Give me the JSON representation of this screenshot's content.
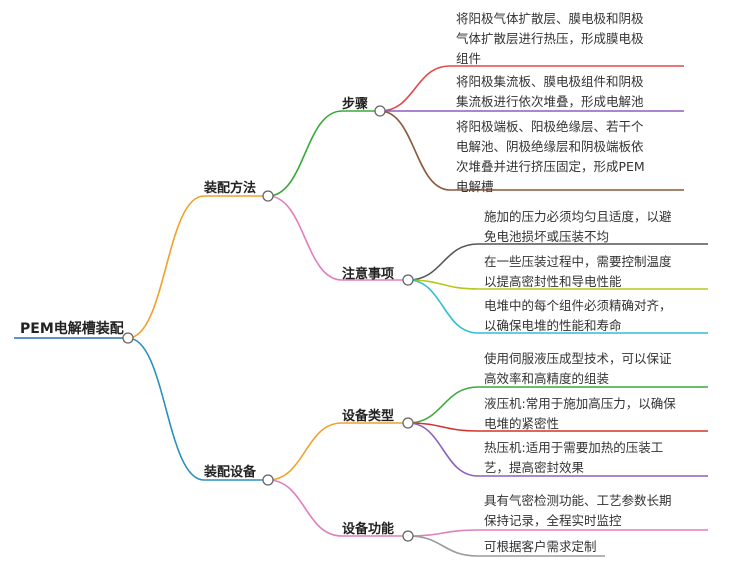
{
  "root": "PEM电解槽装配",
  "method": {
    "label": "装配方法",
    "steps": {
      "label": "步骤",
      "items": [
        [
          "将阳极气体扩散层、膜电极和阴极",
          "气体扩散层进行热压，形成膜电极",
          "组件"
        ],
        [
          "将阳极集流板、膜电极组件和阴极",
          "集流板进行依次堆叠，形成电解池"
        ],
        [
          "将阳极端板、阳极绝缘层、若干个",
          "电解池、阴极绝缘层和阴极端板依",
          "次堆叠并进行挤压固定，形成PEM",
          "电解槽"
        ]
      ]
    },
    "notes": {
      "label": "注意事项",
      "items": [
        [
          "施加的压力必须均匀且适度，以避",
          "免电池损坏或压装不均"
        ],
        [
          "在一些压装过程中，需要控制温度",
          "以提高密封性和导电性能"
        ],
        [
          "电堆中的每个组件必须精确对齐，",
          "以确保电堆的性能和寿命"
        ]
      ]
    }
  },
  "equipment": {
    "label": "装配设备",
    "types": {
      "label": "设备类型",
      "items": [
        [
          "使用伺服液压成型技术，可以保证",
          "高效率和高精度的组装"
        ],
        [
          "液压机:常用于施加高压力，以确保",
          "电堆的紧密性"
        ],
        [
          "热压机:适用于需要加热的压装工",
          "艺，提高密封效果"
        ]
      ]
    },
    "functions": {
      "label": "设备功能",
      "items": [
        [
          "具有气密检测功能、工艺参数长期",
          "保持记录，全程实时监控"
        ],
        [
          "可根据客户需求定制"
        ]
      ]
    }
  },
  "colors": {
    "root_line": "#2c6fb5",
    "method": "#f0a12a",
    "equipment": "#2b8fbf",
    "steps": "#3aa83a",
    "notes": "#e07fc0",
    "types": "#f0a12a",
    "functions": "#e07fc0",
    "step_leaves": [
      "#e04848",
      "#8e5fc2",
      "#8b5a3c"
    ],
    "note_leaves": [
      "#555555",
      "#b9c51d",
      "#2ebfd0"
    ],
    "type_leaves": [
      "#3aa83a",
      "#d0342c",
      "#8e5fc2"
    ],
    "function_leaves": [
      "#e07fc0",
      "#9a9a9a"
    ]
  }
}
